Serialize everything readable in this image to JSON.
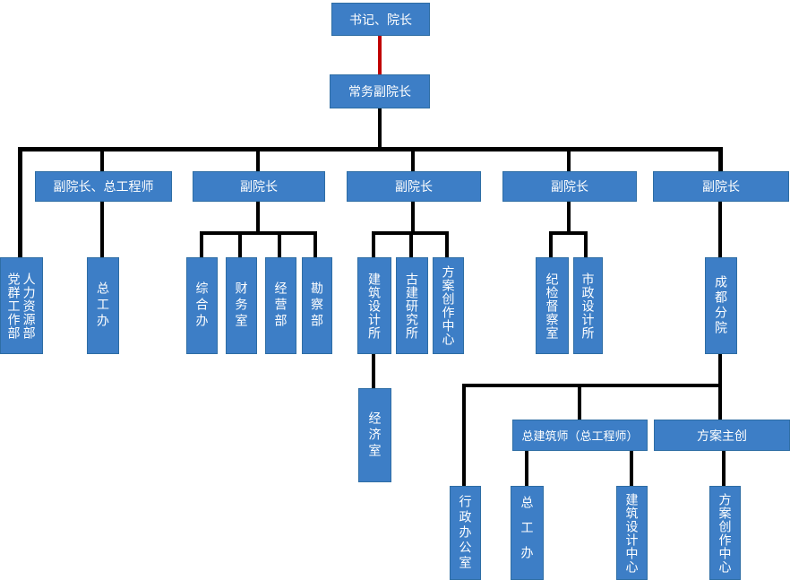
{
  "colors": {
    "node_fill": "#3D7EC6",
    "node_border": "#2E6DA4",
    "node_text": "#FFFFFF",
    "connector": "#000000",
    "root_connector": "#C00000"
  },
  "nodes": {
    "root": {
      "label": "书记、院长"
    },
    "exec_vice_dean": {
      "label": "常务副院长"
    },
    "vice_dean_chief_engineer": {
      "label": "副院长、总工程师"
    },
    "vice_dean_1": {
      "label": "副院长"
    },
    "vice_dean_2": {
      "label": "副院长"
    },
    "vice_dean_3": {
      "label": "副院长"
    },
    "vice_dean_4": {
      "label": "副院长"
    },
    "party_mass_dept": {
      "label": "党群工作部"
    },
    "hr_dept": {
      "label": "人力资源部"
    },
    "chief_engineer_office": {
      "label": "总工办"
    },
    "general_office": {
      "label": "综合办"
    },
    "finance_office": {
      "label": "财务室"
    },
    "operations_dept": {
      "label": "经营部"
    },
    "survey_dept": {
      "label": "勘察部"
    },
    "architectural_design_institute": {
      "label": "建筑设计所"
    },
    "ancient_architecture_institute": {
      "label": "古建研究所"
    },
    "scheme_creation_center": {
      "label": "方案创作中心"
    },
    "economics_office": {
      "label": "经济室"
    },
    "discipline_inspection_office": {
      "label": "纪检督察室"
    },
    "municipal_design_institute": {
      "label": "市政设计所"
    },
    "chengdu_branch": {
      "label": "成都分院"
    },
    "chief_architect": {
      "label": "总建筑师（总工程师）"
    },
    "scheme_lead": {
      "label": "方案主创"
    },
    "admin_office": {
      "label": "行政办公室"
    },
    "chief_engineer_office_branch": {
      "label": "总工办"
    },
    "architectural_design_center": {
      "label": "建筑设计中心"
    },
    "scheme_creation_center_branch": {
      "label": "方案创作中心"
    }
  }
}
